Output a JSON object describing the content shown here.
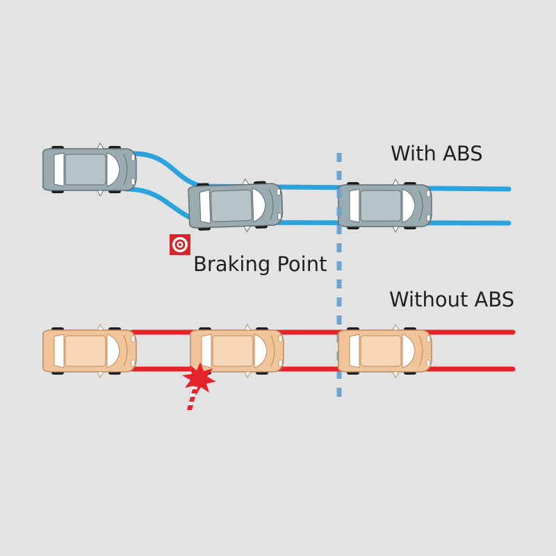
{
  "labels": {
    "with_abs": "With ABS",
    "without_abs": "Without ABS",
    "braking_point": "Braking Point"
  },
  "colors": {
    "background": "#e3e3e3",
    "with_abs_track": "#2ba3dc",
    "without_abs_track": "#e4232b",
    "divider": "#6fa3cc",
    "car_grey_body": "#9aabb1",
    "car_orange_body": "#f2c49a",
    "braking_marker": "#d7262b",
    "tire": "#1c1c1c"
  },
  "icons": {
    "braking_point": "target-icon",
    "obstacle": "traffic-cone-icon",
    "impact": "collision-burst-icon"
  }
}
